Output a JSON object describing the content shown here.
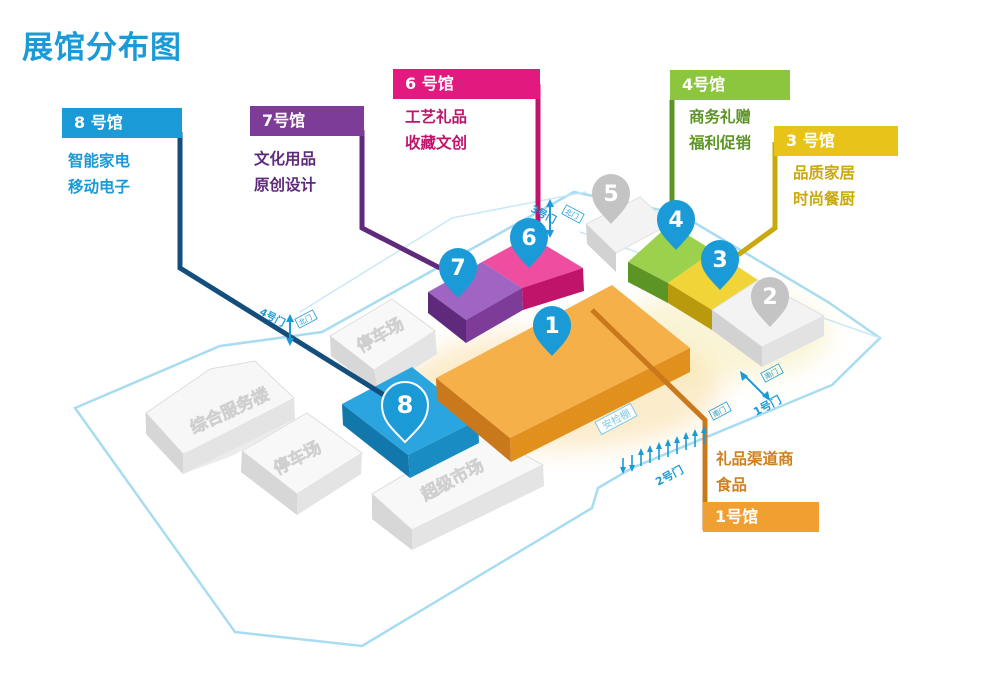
{
  "title": "展馆分布图",
  "colors": {
    "hall_1": "#f0a030",
    "hall_3": "#e8c31a",
    "hall_4": "#8cc63f",
    "hall_6": "#e2197f",
    "hall_7": "#7d3c98",
    "hall_8": "#1a9ad6",
    "hall_2_5": "#bdbdbd",
    "boundary": "#a8dcf0",
    "door": "#1a9ad6"
  },
  "halls": [
    {
      "id": "8",
      "label": "8 号馆",
      "lines": [
        "智能家电",
        "移动电子"
      ],
      "color": "#1a9ad6"
    },
    {
      "id": "7",
      "label": "7号馆",
      "lines": [
        "文化用品",
        "原创设计"
      ],
      "color": "#7d3c98"
    },
    {
      "id": "6",
      "label": "6 号馆",
      "lines": [
        "工艺礼品",
        "收藏文创"
      ],
      "color": "#e2197f"
    },
    {
      "id": "4",
      "label": "4号馆",
      "lines": [
        "商务礼赠",
        "福利促销"
      ],
      "color": "#8cc63f"
    },
    {
      "id": "3",
      "label": "3 号馆",
      "lines": [
        "品质家居",
        "时尚餐厨"
      ],
      "color": "#e8c31a"
    },
    {
      "id": "1",
      "label": "1号馆",
      "lines": [
        "礼品渠道商",
        "食品"
      ],
      "color": "#f0a030"
    }
  ],
  "buildings": {
    "service": "综合服务楼",
    "parking": "停车场",
    "supermarket": "超级市场"
  },
  "pins": [
    "1",
    "2",
    "3",
    "4",
    "5",
    "6",
    "7",
    "8"
  ],
  "doors": {
    "door1": "1号门",
    "door2": "2号门",
    "door3": "3号门",
    "door4": "4号门",
    "security": "安检棚",
    "tag_1": "南门",
    "tag_2": "南门",
    "tag_3": "北门",
    "tag_4": "北门"
  }
}
